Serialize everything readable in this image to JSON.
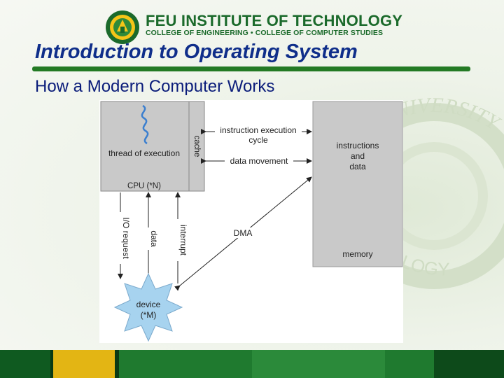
{
  "header": {
    "institution_name": "FEU INSTITUTE OF TECHNOLOGY",
    "colleges": "COLLEGE OF ENGINEERING • COLLEGE OF COMPUTER STUDIES"
  },
  "slide": {
    "title": "Introduction to Operating System",
    "subtitle": "How a Modern Computer Works"
  },
  "diagram": {
    "cpu_block": "thread of execution",
    "cache_label": "cache",
    "cpu_label": "CPU (*N)",
    "instruction_cycle_line1": "instruction execution",
    "instruction_cycle_line2": "cycle",
    "data_movement": "data movement",
    "memory_line1": "instructions",
    "memory_line2": "and",
    "memory_line3": "data",
    "memory_label": "memory",
    "io_request": "I/O request",
    "data_label": "data",
    "interrupt": "interrupt",
    "dma": "DMA",
    "device_line1": "device",
    "device_line2": "(*M)"
  },
  "watermark": {
    "text_top": "ERN UNIVERSITY",
    "text_bottom": "TECHNOLOGY"
  },
  "colors": {
    "green": "#1b6a2b",
    "title_blue": "#0f2e8a",
    "rule_green": "#237a24",
    "footer_dark": "#0d4a1a",
    "footer_gold": "#e3b514"
  }
}
